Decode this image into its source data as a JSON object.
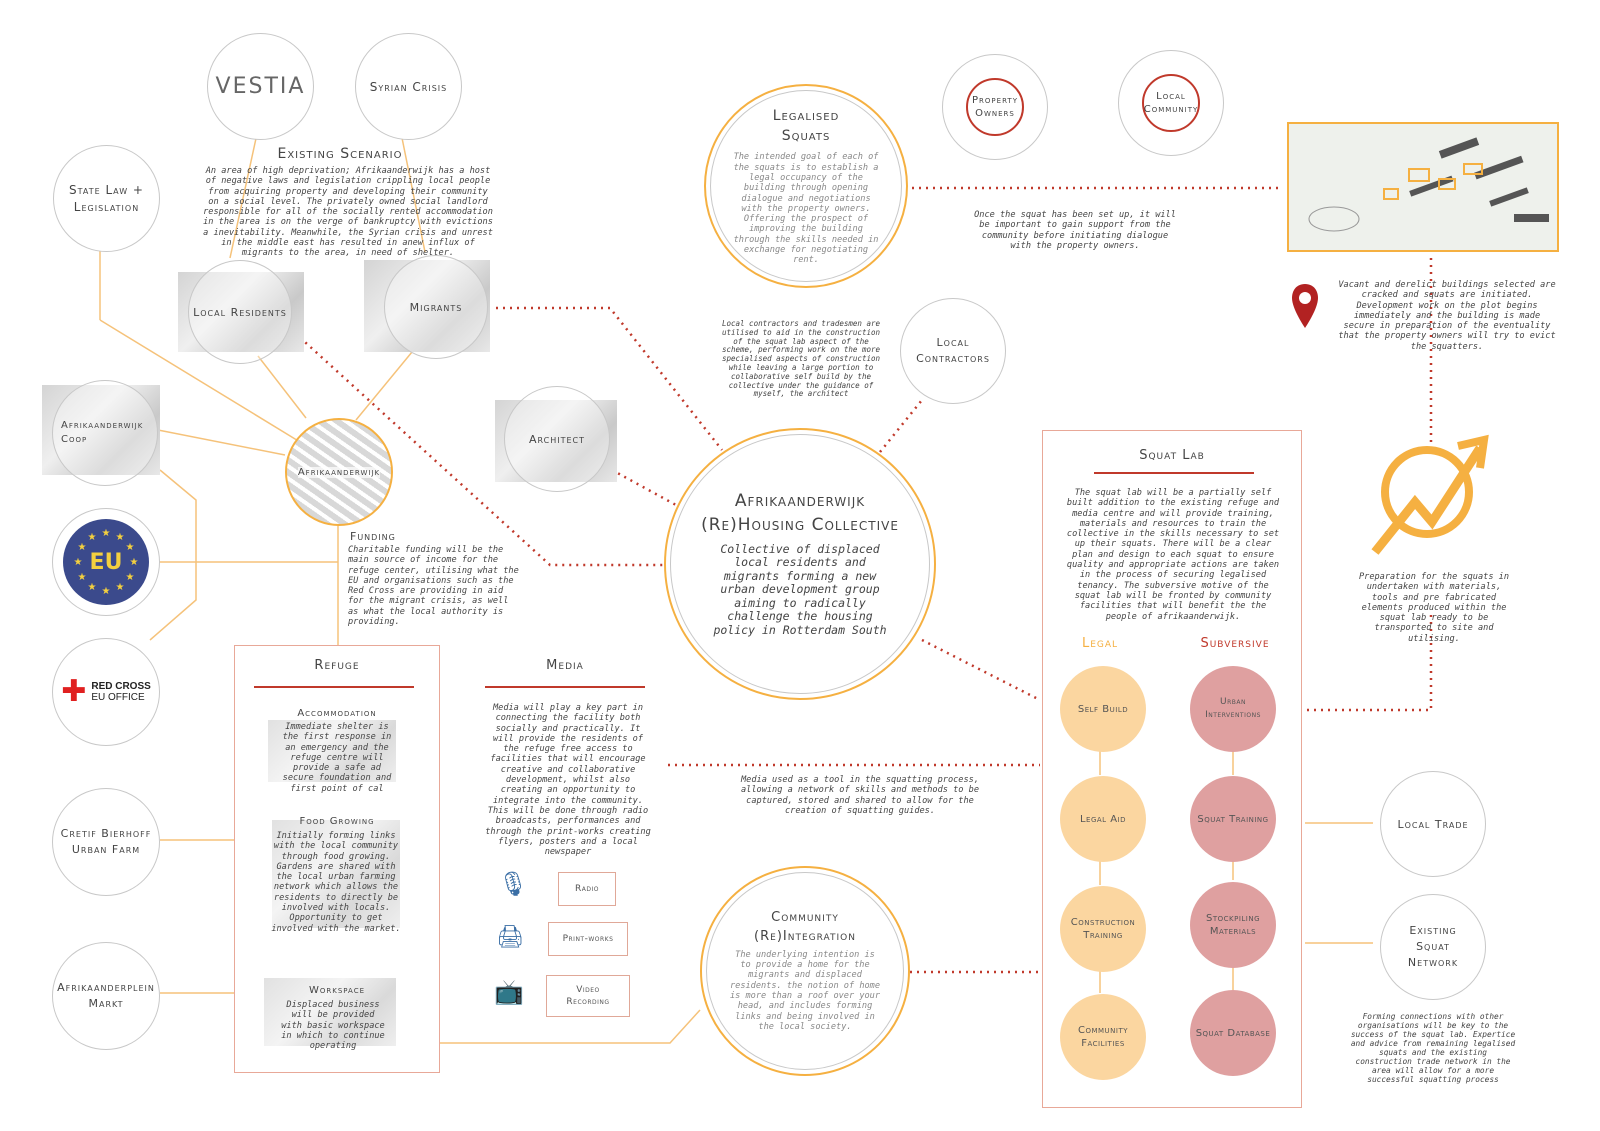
{
  "vestia": {
    "label": "VESTIA"
  },
  "syrian": {
    "label": "Syrian Crisis"
  },
  "state_law": {
    "label": "State Law + Legislation"
  },
  "existing": {
    "title": "Existing Scenario",
    "text": "An area of high deprivation; Afrikaanderwijk has a host of negative laws and legislation crippling local people from acquiring property and developing their community on a social level. The privately owned social landlord responsible for all of the socially rented accommodation in the area is on the verge of bankruptcy with evictions a inevitability. Meanwhile, the Syrian crisis and unrest in the middle east has resulted in anew influx of migrants to the area, in need of shelter."
  },
  "local_residents": {
    "label": "Local Residents"
  },
  "migrants": {
    "label": "Migrants"
  },
  "coop": {
    "label": "Afrikaanderwijk Coop"
  },
  "afrik_map": {
    "label": "Afrikaanderwijk"
  },
  "eu": {
    "label": "EU"
  },
  "redcross": {
    "line1": "RED CROSS",
    "line2": "EU OFFICE"
  },
  "funding": {
    "title": "Funding",
    "text": "Charitable funding will be the main source of income for the refuge center, utilising what the EU and organisations such as the Red Cross are providing in aid for the migrant crisis, as well as what the local authority is providing."
  },
  "cretif": {
    "label": "Cretif Bierhoff Urban Farm"
  },
  "markt": {
    "label": "Afrikaanderplein Markt"
  },
  "refuge": {
    "title": "Refuge",
    "accommodation": {
      "title": "Accommodation",
      "text": "Immediate shelter is the first response in an emergency and the refuge centre will provide a safe ad secure foundation and first point of cal"
    },
    "food": {
      "title": "Food Growing",
      "text": "Initially forming links with the local community through food growing. Gardens are shared with the local urban farming network which allows the residents to directly be involved with locals. Opportunity to get involved with the market."
    },
    "workspace": {
      "title": "Workspace",
      "text": "Displaced business will be provided with basic workspace in which to continue operating"
    }
  },
  "media": {
    "title": "Media",
    "text": "Media will play a key part in connecting the facility both socially and practically. It will provide the residents of the refuge free access to facilities that will encourage creative and collaborative development, whilst also creating an opportunity to integrate into the community. This will be done through radio broadcasts, performances and through the print-works creating flyers, posters and a local newspaper",
    "radio": "Radio",
    "print": "Print-works",
    "video": "Video Recording",
    "note": "Media used as a tool in the squatting process, allowing a network of skills and methods to be captured, stored and shared to allow for the creation of squatting guides."
  },
  "architect": {
    "label": "Architect"
  },
  "contractors_note": "Local contractors and tradesmen are utilised to aid in the construction of the squat lab aspect of the scheme, performing work on the more specialised aspects of construction while leaving a large portion to collaborative self build by the collective under the guidance of myself, the architect",
  "local_contractors": {
    "label": "Local Contractors"
  },
  "center": {
    "title1": "Afrikaanderwijk",
    "title2": "(Re)Housing Collective",
    "text": "Collective of displaced local residents and migrants forming a new urban development group aiming to radically challenge the housing policy in Rotterdam South"
  },
  "legalised": {
    "title": "Legalised Squats",
    "text": "The intended goal of each of the squats is to establish a legal occupancy of the building through opening dialogue and negotiations with the property owners. Offering the prospect of improving the building through the skills needed in exchange for negotiating rent."
  },
  "support_note": "Once the squat has been set up, it will be important to gain support from the community before initiating dialogue with the property owners.",
  "property_owners": {
    "label": "Property Owners"
  },
  "local_community": {
    "label": "Local Community"
  },
  "vacant_note": "Vacant and derelict buildings selected are cracked and squats are initiated. Development work on the plot begins immediately and the building is made secure in preparation of the eventuality that the property owners will try to evict the squatters.",
  "prep_note": "Preparation for the squats in undertaken with materials, tools and pre fabricated elements produced within the squat lab ready to be transported to site and utilising.",
  "squat_lab": {
    "title": "Squat Lab",
    "text": "The squat lab will be a partially self built addition to the existing refuge and media centre and will provide training, materials and resources to train the collective in the skills necessary to set up their squats. There will be a clear plan and design to each squat to ensure quality and appropriate actions are taken in the process of securing legalised tenancy. The subversive motive of the squat lab will be fronted by community facilities that will benefit the the people of afrikaanderwijk.",
    "legal_head": "Legal",
    "subv_head": "Subversive",
    "legal": [
      "Self Build",
      "Legal Aid",
      "Construction Training",
      "Community Facilities"
    ],
    "subversive": [
      "Urban Interventions",
      "Squat Training",
      "Stockpiling Materials",
      "Squat Database"
    ]
  },
  "local_trade": {
    "label": "Local Trade"
  },
  "squat_network": {
    "label": "Existing Squat Network"
  },
  "network_note": "Forming connections with other organisations will be key to the success of the squat lab. Expertice and advice from remaining legalised squats and the existing construction trade network in the area will allow for a more successful squatting process",
  "community": {
    "title1": "Community",
    "title2": "(Re)Integration",
    "text": "The underlying intention is to provide a home for the migrants and displaced residents. the notion of home is more than a roof over your head, and includes forming links and being involved in the local society."
  },
  "colors": {
    "orange": "#f5b041",
    "red": "#c0392b",
    "eu_blue": "#3b4a8c",
    "eu_star": "#f4d03f"
  }
}
